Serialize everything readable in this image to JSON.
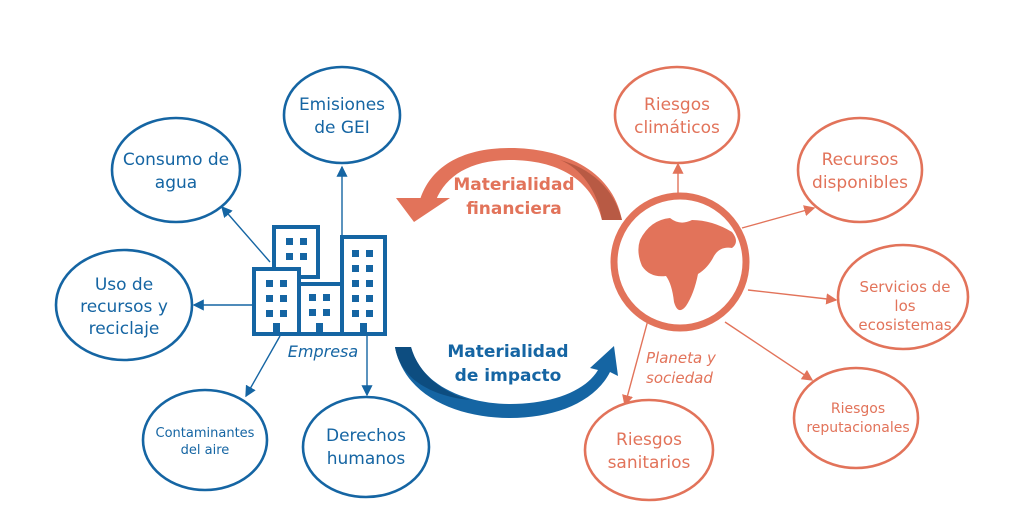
{
  "colors": {
    "impact": "#1565a3",
    "financial": "#e2735a"
  },
  "company": {
    "label": "Empresa",
    "topics": [
      {
        "lines": [
          "Emisiones",
          "de GEI"
        ]
      },
      {
        "lines": [
          "Consumo de",
          "agua"
        ]
      },
      {
        "lines": [
          "Uso de",
          "recursos y",
          "reciclaje"
        ]
      },
      {
        "lines": [
          "Contaminantes",
          "del aire"
        ]
      },
      {
        "lines": [
          "Derechos",
          "humanos"
        ]
      }
    ]
  },
  "planet": {
    "lines": [
      "Planeta y",
      "sociedad"
    ],
    "risks": [
      {
        "lines": [
          "Riesgos",
          "climáticos"
        ]
      },
      {
        "lines": [
          "Recursos",
          "disponibles"
        ]
      },
      {
        "lines": [
          "Servicios de",
          "los",
          "ecosistemas"
        ]
      },
      {
        "lines": [
          "Riesgos",
          "reputacionales"
        ]
      },
      {
        "lines": [
          "Riesgos",
          "sanitarios"
        ]
      }
    ]
  },
  "financial_materiality": {
    "lines": [
      "Materialidad",
      "financiera"
    ]
  },
  "impact_materiality": {
    "lines": [
      "Materialidad",
      "de impacto"
    ]
  }
}
